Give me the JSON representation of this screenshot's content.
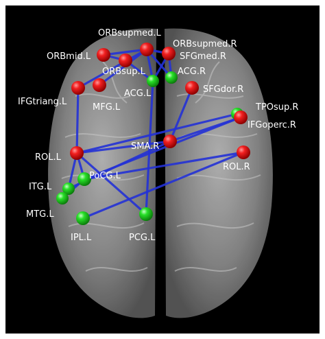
{
  "colors": {
    "background": "#000000",
    "frame": "#ffffff",
    "edge": "#2432d6",
    "node_red": "#e81010",
    "node_green": "#22d622",
    "label": "#ffffff"
  },
  "nodes": [
    {
      "id": "ORBsupmed.L",
      "label": "ORBsupmed.L",
      "color": "red"
    },
    {
      "id": "ORBsupmed.R",
      "label": "ORBsupmed.R",
      "color": "red"
    },
    {
      "id": "ORBmid.L",
      "label": "ORBmid.L",
      "color": "red"
    },
    {
      "id": "SFGmed.R",
      "label": "SFGmed.R",
      "color": "red"
    },
    {
      "id": "ORBsup.L",
      "label": "ORBsup.L",
      "color": "red"
    },
    {
      "id": "ACG.R",
      "label": "ACG.R",
      "color": "green"
    },
    {
      "id": "ACG.L",
      "label": "ACG.L",
      "color": "green"
    },
    {
      "id": "IFGtriang.L",
      "label": "IFGtriang.L",
      "color": "red"
    },
    {
      "id": "MFG.L",
      "label": "MFG.L",
      "color": "red"
    },
    {
      "id": "SFGdor.R",
      "label": "SFGdor.R",
      "color": "red"
    },
    {
      "id": "TPOsup.R",
      "label": "TPOsup.R",
      "color": "green"
    },
    {
      "id": "IFGoperc.R",
      "label": "IFGoperc.R",
      "color": "red"
    },
    {
      "id": "SMA.R",
      "label": "SMA.R",
      "color": "red"
    },
    {
      "id": "ROL.L",
      "label": "ROL.L",
      "color": "red"
    },
    {
      "id": "ROL.R",
      "label": "ROL.R",
      "color": "red"
    },
    {
      "id": "PoCG.L",
      "label": "PoCG.L",
      "color": "green"
    },
    {
      "id": "ITG.L",
      "label": "ITG.L",
      "color": "green"
    },
    {
      "id": "MTG.L",
      "label": "MTG.L",
      "color": "green"
    },
    {
      "id": "IPL.L",
      "label": "IPL.L",
      "color": "green"
    },
    {
      "id": "PCG.L",
      "label": "PCG.L",
      "color": "green"
    }
  ],
  "edges": [
    {
      "from": "ORBmid.L",
      "to": "ORBsupmed.L"
    },
    {
      "from": "ORBmid.L",
      "to": "ORBsup.L"
    },
    {
      "from": "ORBsupmed.L",
      "to": "ORBsupmed.R"
    },
    {
      "from": "ORBsupmed.L",
      "to": "ACG.R"
    },
    {
      "from": "ORBsupmed.L",
      "to": "ACG.L"
    },
    {
      "from": "ORBsupmed.L",
      "to": "MFG.L"
    },
    {
      "from": "ORBsupmed.R",
      "to": "ACG.L"
    },
    {
      "from": "ORBsupmed.R",
      "to": "ACG.R"
    },
    {
      "from": "ORBsup.L",
      "to": "ACG.L"
    },
    {
      "from": "IFGtriang.L",
      "to": "ORBsupmed.L"
    },
    {
      "from": "IFGtriang.L",
      "to": "ROL.L"
    },
    {
      "from": "SFGdor.R",
      "to": "SMA.R"
    },
    {
      "from": "TPOsup.R",
      "to": "ROL.L"
    },
    {
      "from": "IFGoperc.R",
      "to": "PoCG.L"
    },
    {
      "from": "IFGoperc.R",
      "to": "SMA.R"
    },
    {
      "from": "SMA.R",
      "to": "ITG.L"
    },
    {
      "from": "SMA.R",
      "to": "ROL.L"
    },
    {
      "from": "ROL.R",
      "to": "IPL.L"
    },
    {
      "from": "ROL.R",
      "to": "PoCG.L"
    },
    {
      "from": "ROL.L",
      "to": "PoCG.L"
    },
    {
      "from": "ROL.L",
      "to": "ITG.L"
    },
    {
      "from": "ROL.L",
      "to": "PCG.L"
    },
    {
      "from": "PoCG.L",
      "to": "MTG.L"
    },
    {
      "from": "ITG.L",
      "to": "MTG.L"
    },
    {
      "from": "PCG.L",
      "to": "ACG.L"
    }
  ]
}
